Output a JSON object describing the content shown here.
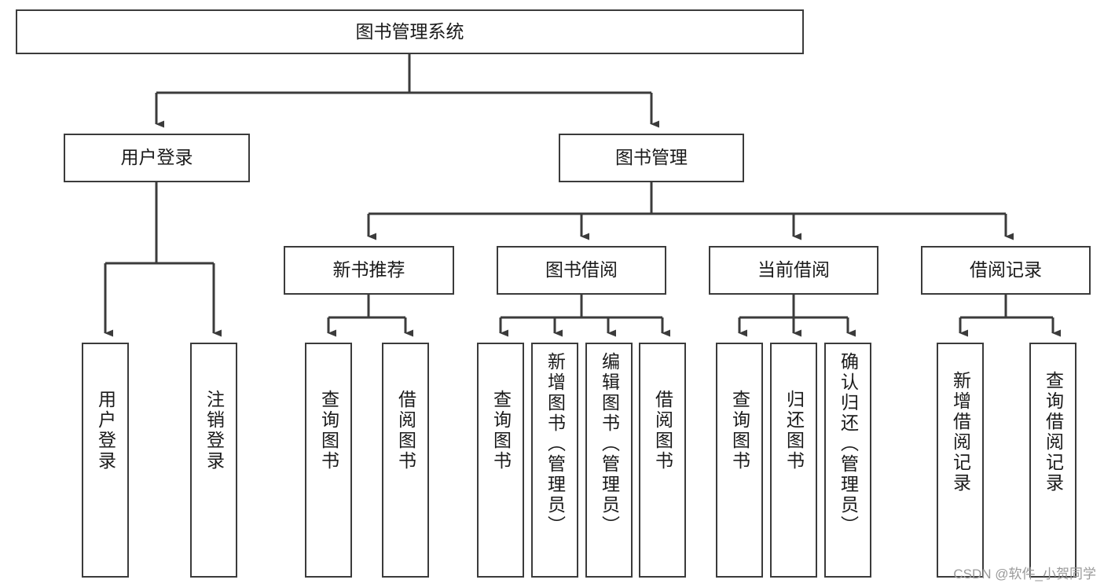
{
  "diagram": {
    "type": "tree-hierarchy",
    "title": "图书管理系统",
    "orientation": "top-down",
    "nodes": {
      "root": {
        "label": "图书管理系统"
      },
      "level1": [
        {
          "id": "user-login",
          "label": "用户登录"
        },
        {
          "id": "book-manage",
          "label": "图书管理"
        }
      ],
      "level2": [
        {
          "id": "new-book-recommend",
          "label": "新书推荐"
        },
        {
          "id": "book-borrow",
          "label": "图书借阅"
        },
        {
          "id": "current-borrow",
          "label": "当前借阅"
        },
        {
          "id": "borrow-record",
          "label": "借阅记录"
        }
      ],
      "leaves": {
        "user-login": [
          {
            "id": "leaf-user-login",
            "label": "用户登录"
          },
          {
            "id": "leaf-logout",
            "label": "注销登录"
          }
        ],
        "new-book-recommend": [
          {
            "id": "leaf-query-book-1",
            "label": "查询图书"
          },
          {
            "id": "leaf-borrow-book-1",
            "label": "借阅图书"
          }
        ],
        "book-borrow": [
          {
            "id": "leaf-query-book-2",
            "label": "查询图书"
          },
          {
            "id": "leaf-add-book",
            "label": "新增图书（管理员）"
          },
          {
            "id": "leaf-edit-book",
            "label": "编辑图书（管理员）"
          },
          {
            "id": "leaf-borrow-book-2",
            "label": "借阅图书"
          }
        ],
        "current-borrow": [
          {
            "id": "leaf-query-book-3",
            "label": "查询图书"
          },
          {
            "id": "leaf-return-book",
            "label": "归还图书"
          },
          {
            "id": "leaf-confirm-return",
            "label": "确认归还（管理员）"
          }
        ],
        "borrow-record": [
          {
            "id": "leaf-add-record",
            "label": "新增借阅记录"
          },
          {
            "id": "leaf-query-record",
            "label": "查询借阅记录"
          }
        ]
      }
    },
    "colors": {
      "box_border": "#3b3b3b",
      "box_fill": "#ffffff",
      "connector": "#3b3b3b",
      "text": "#1a1a1a",
      "watermark": "#9a9a9a",
      "canvas": "#ffffff"
    }
  },
  "watermark": {
    "text": "CSDN @软件_小贺同学"
  }
}
